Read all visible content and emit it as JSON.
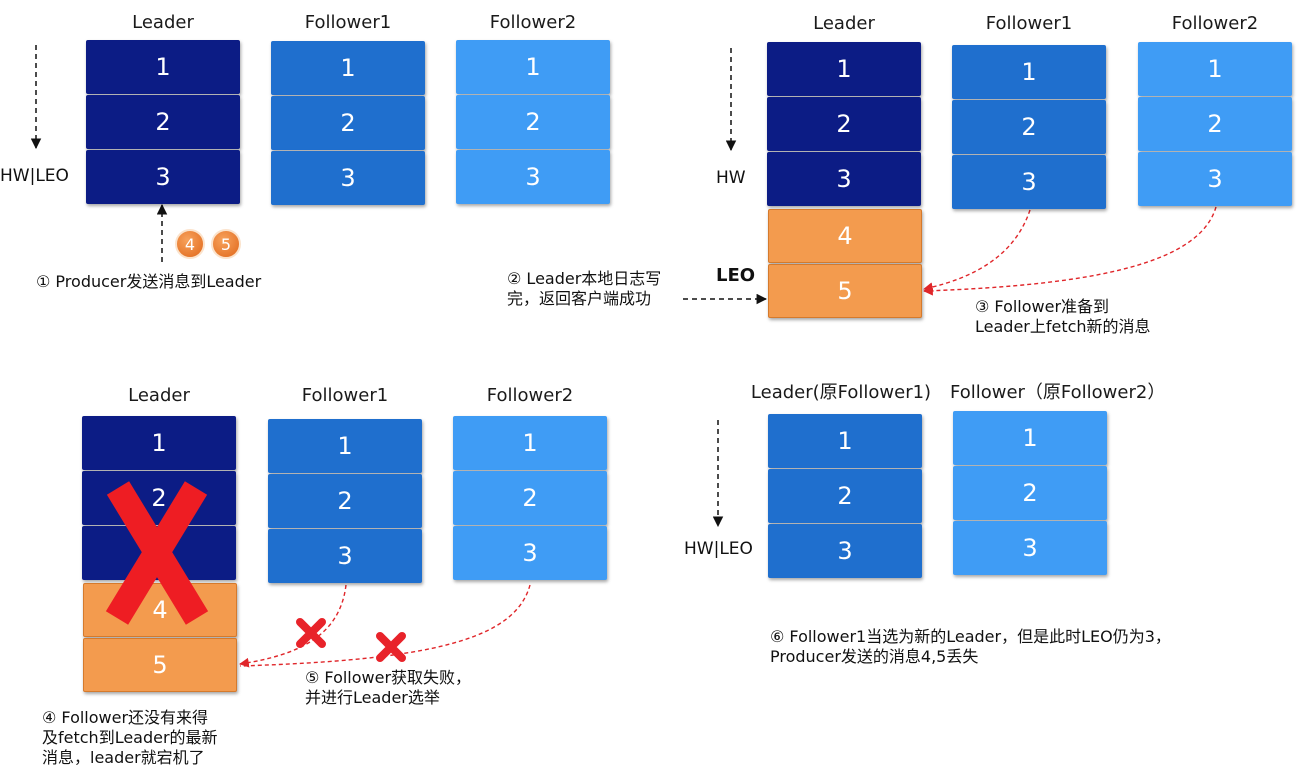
{
  "panel1": {
    "headers": [
      "Leader",
      "Follower1",
      "Follower2"
    ],
    "leader": [
      "1",
      "2",
      "3"
    ],
    "follower1": [
      "1",
      "2",
      "3"
    ],
    "follower2": [
      "1",
      "2",
      "3"
    ],
    "marker_label": "HW|LEO",
    "bubbles": [
      "4",
      "5"
    ],
    "note": "① Producer发送消息到Leader"
  },
  "panel2": {
    "headers": [
      "Leader",
      "Follower1",
      "Follower2"
    ],
    "leader": [
      "1",
      "2",
      "3"
    ],
    "leader_new": [
      "4",
      "5"
    ],
    "follower1": [
      "1",
      "2",
      "3"
    ],
    "follower2": [
      "1",
      "2",
      "3"
    ],
    "hw_label": "HW",
    "leo_label": "LEO",
    "note_left": [
      "② Leader本地日志写",
      "完，返回客户端成功"
    ],
    "note_right": [
      "③ Follower准备到",
      "Leader上fetch新的消息"
    ]
  },
  "panel3": {
    "headers": [
      "Leader",
      "Follower1",
      "Follower2"
    ],
    "leader": [
      "1",
      "2",
      "",
      "4",
      "5"
    ],
    "follower1": [
      "1",
      "2",
      "3"
    ],
    "follower2": [
      "1",
      "2",
      "3"
    ],
    "note_bottom": [
      "④ Follower还没有来得",
      "及fetch到Leader的最新",
      "消息，leader就宕机了"
    ],
    "note_mid": [
      "⑤ Follower获取失败，",
      "并进行Leader选举"
    ]
  },
  "panel4": {
    "headers": [
      "Leader(原Follower1)",
      "Follower（原Follower2）"
    ],
    "leader": [
      "1",
      "2",
      "3"
    ],
    "follower": [
      "1",
      "2",
      "3"
    ],
    "marker_label": "HW|LEO",
    "note": [
      "⑥ Follower1当选为新的Leader，但是此时LEO仍为3，",
      "Producer发送的消息4,5丢失"
    ]
  },
  "colors": {
    "leader": "#0c1c85",
    "follower1": "#1f6fce",
    "follower2": "#3f9cf5",
    "new_message": "#f39b4e",
    "fetch_arrow": "#e0262a"
  }
}
